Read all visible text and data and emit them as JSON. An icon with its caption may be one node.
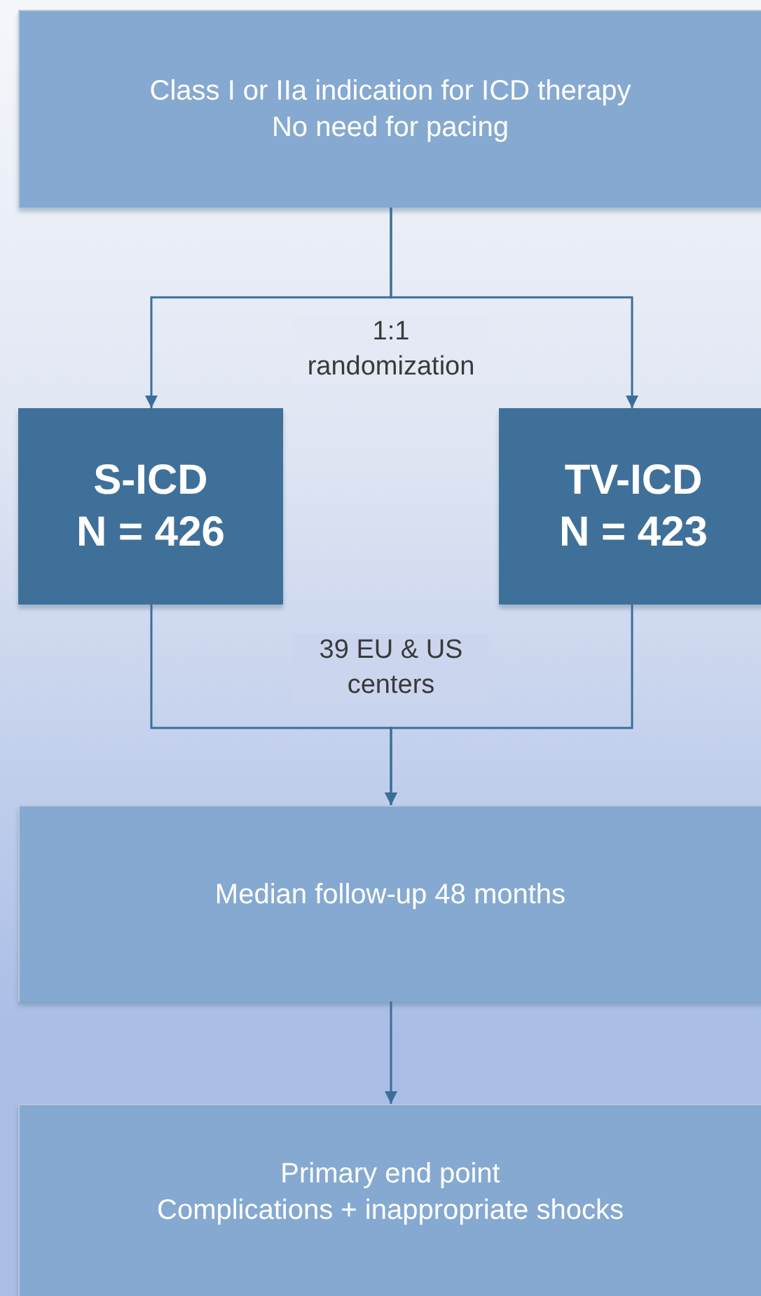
{
  "diagram": {
    "nodes": [
      {
        "text": [
          "Class I or IIa indication for ICD therapy",
          "No need for pacing"
        ]
      },
      {
        "text": [
          "S-ICD",
          "N = 426"
        ]
      },
      {
        "text": [
          "TV-ICD",
          "N = 423"
        ]
      },
      {
        "text": [
          "Median follow-up 48 months"
        ]
      },
      {
        "text": [
          "Primary end point",
          "Complications + inappropriate shocks"
        ]
      }
    ],
    "edges": [
      {
        "from": 0,
        "to": 1,
        "arrow": "to",
        "label": "1:1 randomization"
      },
      {
        "from": 0,
        "to": 2,
        "arrow": "to"
      },
      {
        "from": 1,
        "to": 3,
        "arrow": "to",
        "label": "39 EU & US centers"
      },
      {
        "from": 2,
        "to": 3,
        "arrow": "to"
      },
      {
        "from": 3,
        "to": 4,
        "arrow": "to"
      }
    ]
  }
}
